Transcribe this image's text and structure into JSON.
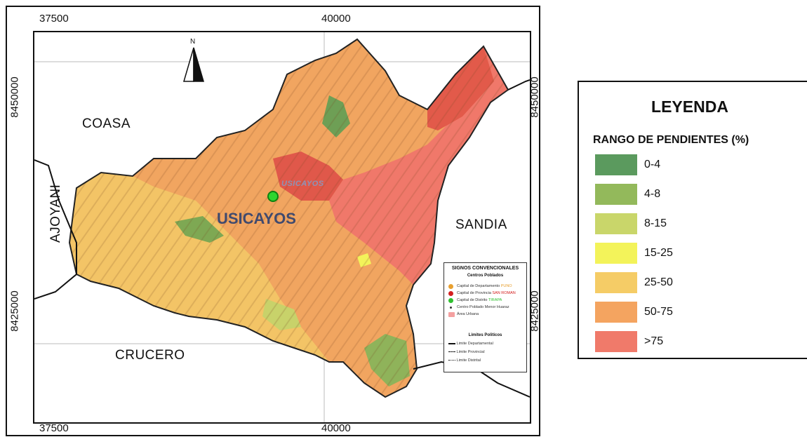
{
  "map": {
    "coords": {
      "top_left": "37500",
      "top_right": "40000",
      "bottom_left": "37500",
      "bottom_right": "40000",
      "left_upper": "8450000",
      "left_lower": "8425000",
      "right_upper": "8450000",
      "right_lower": "8425000"
    },
    "north_label": "N",
    "places": {
      "coasa": "COASA",
      "ajoyani": "AJOYANI",
      "crucero": "CRUCERO",
      "sandia": "SANDIA",
      "usicayos_district": "USICAYOS",
      "usicayos_town": "USICAYOS"
    }
  },
  "signos": {
    "title": "SIGNOS CONVENCIONALES",
    "section1": "Centros Poblados",
    "items": [
      {
        "label": "Capital de Departamento",
        "tag": "PUNO",
        "color": "#e8a030"
      },
      {
        "label": "Capital de Provincia",
        "tag": "SAN ROMAN",
        "color": "#d42020"
      },
      {
        "label": "Capital de Distrito",
        "tag": "TIRAPA",
        "color": "#2fc02f"
      },
      {
        "label": "Centro Poblado Menor",
        "tag": "Huaraz",
        "color": "#333333"
      },
      {
        "label": "Área Urbana",
        "tag": "",
        "color": "#f4a0a0"
      }
    ],
    "section2": "Limites Politicos",
    "limits": [
      "Limite Departamental",
      "Limite Provincial",
      "Limite Distrital"
    ]
  },
  "legend": {
    "title": "LEYENDA",
    "subtitle": "RANGO DE PENDIENTES (%)",
    "items": [
      {
        "label": "0-4",
        "color": "#5b9a5e"
      },
      {
        "label": "4-8",
        "color": "#93b95b"
      },
      {
        "label": "8-15",
        "color": "#c9d66a"
      },
      {
        "label": "15-25",
        "color": "#f3f35a"
      },
      {
        "label": "25-50",
        "color": "#f5cc66"
      },
      {
        "label": "50-75",
        "color": "#f4a460"
      },
      {
        "label": ">75",
        "color": "#f07a6a"
      }
    ]
  }
}
